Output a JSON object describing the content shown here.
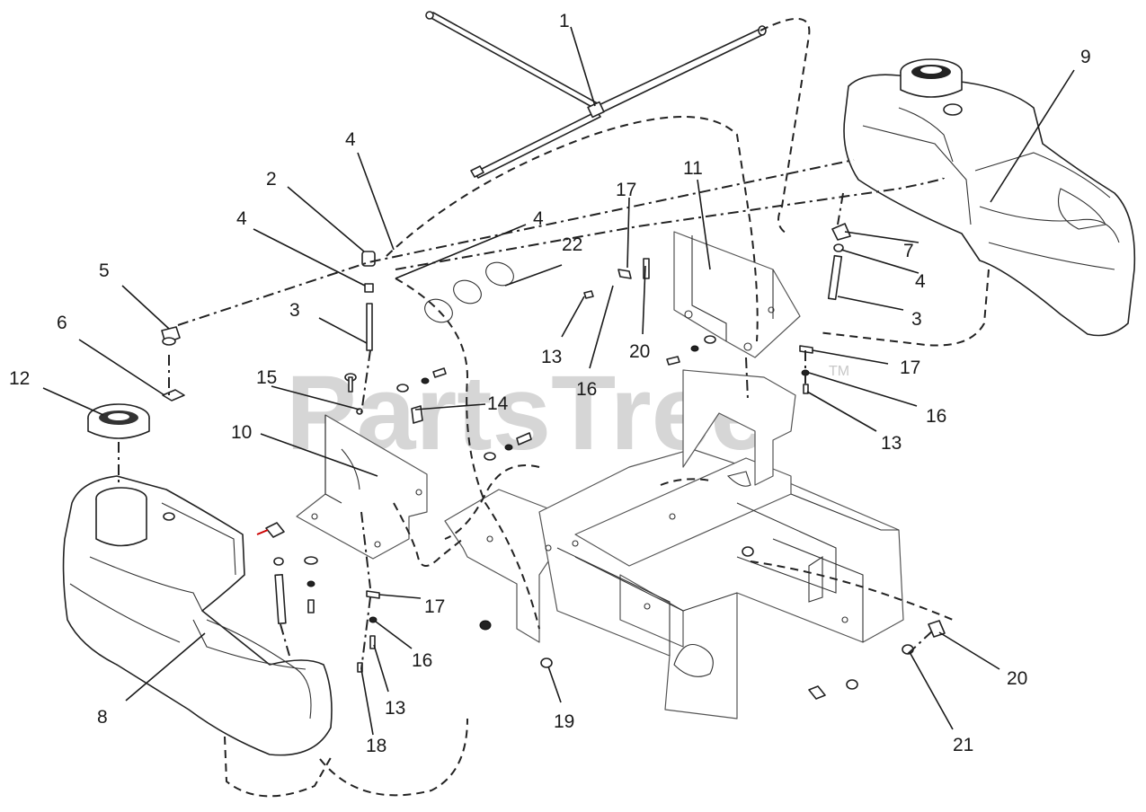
{
  "watermark": {
    "text": "PartsTree",
    "trademark": "TM"
  },
  "callouts": [
    {
      "id": "1",
      "label": "1"
    },
    {
      "id": "2",
      "label": "2"
    },
    {
      "id": "3a",
      "label": "3"
    },
    {
      "id": "3b",
      "label": "3"
    },
    {
      "id": "4a",
      "label": "4"
    },
    {
      "id": "4b",
      "label": "4"
    },
    {
      "id": "4c",
      "label": "4"
    },
    {
      "id": "4d",
      "label": "4"
    },
    {
      "id": "5",
      "label": "5"
    },
    {
      "id": "6",
      "label": "6"
    },
    {
      "id": "7",
      "label": "7"
    },
    {
      "id": "8",
      "label": "8"
    },
    {
      "id": "9",
      "label": "9"
    },
    {
      "id": "10",
      "label": "10"
    },
    {
      "id": "11",
      "label": "11"
    },
    {
      "id": "12",
      "label": "12"
    },
    {
      "id": "13a",
      "label": "13"
    },
    {
      "id": "13b",
      "label": "13"
    },
    {
      "id": "13c",
      "label": "13"
    },
    {
      "id": "14",
      "label": "14"
    },
    {
      "id": "15",
      "label": "15"
    },
    {
      "id": "16a",
      "label": "16"
    },
    {
      "id": "16b",
      "label": "16"
    },
    {
      "id": "16c",
      "label": "16"
    },
    {
      "id": "17a",
      "label": "17"
    },
    {
      "id": "17b",
      "label": "17"
    },
    {
      "id": "17c",
      "label": "17"
    },
    {
      "id": "18",
      "label": "18"
    },
    {
      "id": "19",
      "label": "19"
    },
    {
      "id": "20a",
      "label": "20"
    },
    {
      "id": "20b",
      "label": "20"
    },
    {
      "id": "21",
      "label": "21"
    },
    {
      "id": "22",
      "label": "22"
    }
  ]
}
